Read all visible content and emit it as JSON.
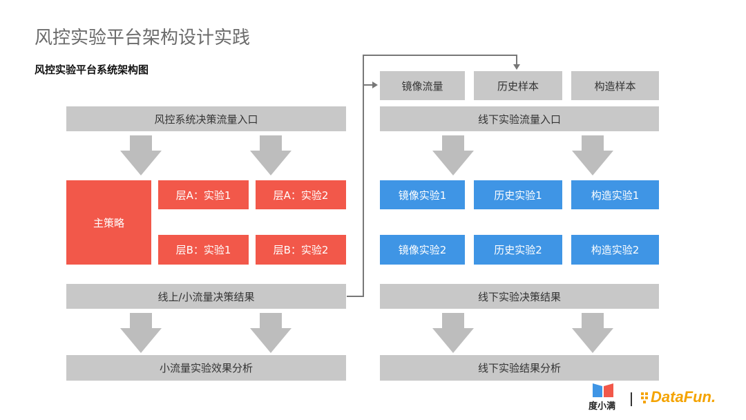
{
  "slide": {
    "title": "风控实验平台架构设计实践",
    "subtitle": "风控实验平台系统架构图"
  },
  "left": {
    "entry": "风控系统决策流量入口",
    "main_strategy": "主策略",
    "layer_a_exp1": "层A：实验1",
    "layer_a_exp2": "层A：实验2",
    "layer_b_exp1": "层B：实验1",
    "layer_b_exp2": "层B：实验2",
    "result": "线上/小流量决策结果",
    "analysis": "小流量实验效果分析"
  },
  "right": {
    "sources": [
      "镜像流量",
      "历史样本",
      "构造样本"
    ],
    "entry": "线下实验流量入口",
    "row1": [
      "镜像实验1",
      "历史实验1",
      "构造实验1"
    ],
    "row2": [
      "镜像实验2",
      "历史实验2",
      "构造实验2"
    ],
    "result": "线下实验决策结果",
    "analysis": "线下实验结果分析"
  },
  "footer": {
    "brand_cn": "度小满",
    "brand_logo": "DataFun."
  },
  "colors": {
    "gray": "#c8c8c8",
    "red": "#f2584a",
    "blue": "#3f95e5",
    "connector": "#777777"
  }
}
